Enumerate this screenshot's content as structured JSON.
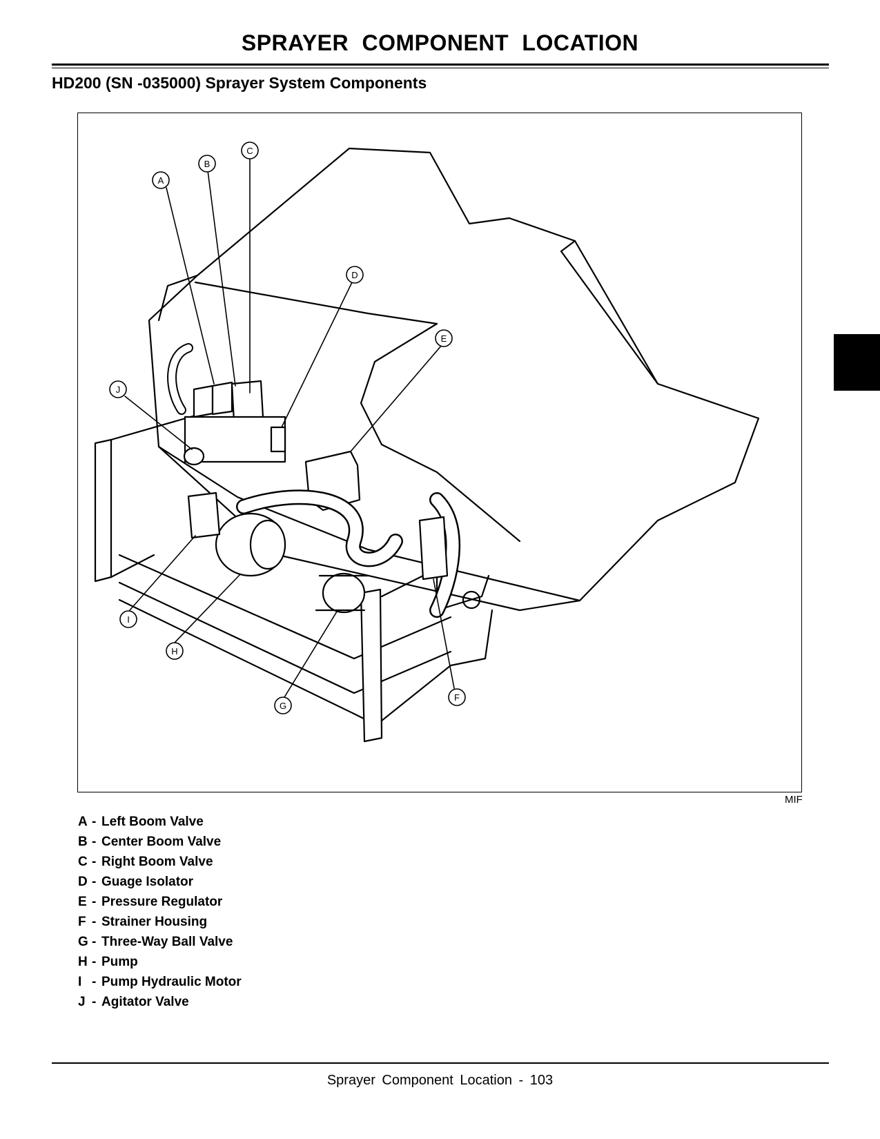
{
  "page": {
    "title": "SPRAYER   COMPONENT LOCATION",
    "subtitle": "HD200 (SN -035000) Sprayer System Components",
    "figure_code": "MIF",
    "footer": "Sprayer   Component Location  - 103"
  },
  "callouts": [
    "A",
    "B",
    "C",
    "D",
    "E",
    "F",
    "G",
    "H",
    "I",
    "J"
  ],
  "legend": [
    {
      "letter": "A",
      "text": "Left Boom Valve"
    },
    {
      "letter": "B",
      "text": "Center Boom Valve"
    },
    {
      "letter": "C",
      "text": "Right Boom Valve"
    },
    {
      "letter": "D",
      "text": "Guage Isolator"
    },
    {
      "letter": "E",
      "text": "Pressure Regulator"
    },
    {
      "letter": "F",
      "text": "Strainer Housing"
    },
    {
      "letter": "G",
      "text": "Three-Way Ball Valve"
    },
    {
      "letter": "H",
      "text": "Pump"
    },
    {
      "letter": "I",
      "text": "Pump Hydraulic Motor"
    },
    {
      "letter": "J",
      "text": "Agitator Valve"
    }
  ]
}
